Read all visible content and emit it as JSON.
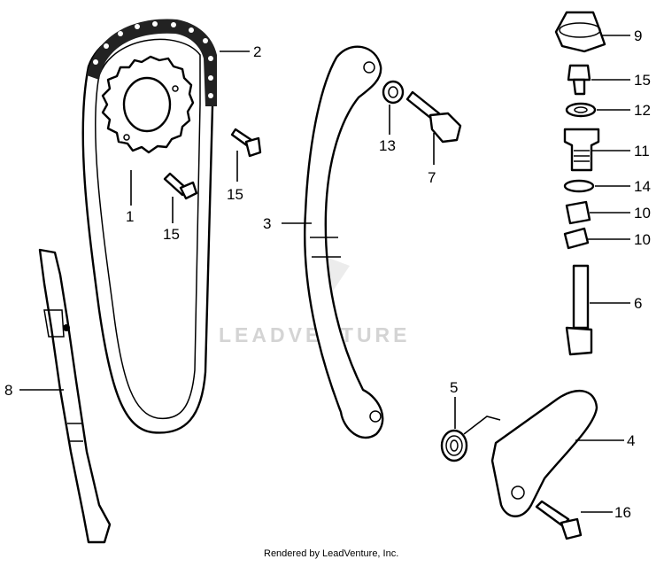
{
  "diagram": {
    "watermark": "LEADVENTURE",
    "footer": "Rendered by LeadVenture, Inc.",
    "callouts": {
      "c1": "1",
      "c2": "2",
      "c3": "3",
      "c4": "4",
      "c5": "5",
      "c6": "6",
      "c7": "7",
      "c8": "8",
      "c9": "9",
      "c10a": "10",
      "c10b": "10",
      "c11": "11",
      "c12": "12",
      "c13": "13",
      "c14": "14",
      "c15a": "15",
      "c15b": "15",
      "c15c": "15",
      "c16": "16"
    }
  }
}
